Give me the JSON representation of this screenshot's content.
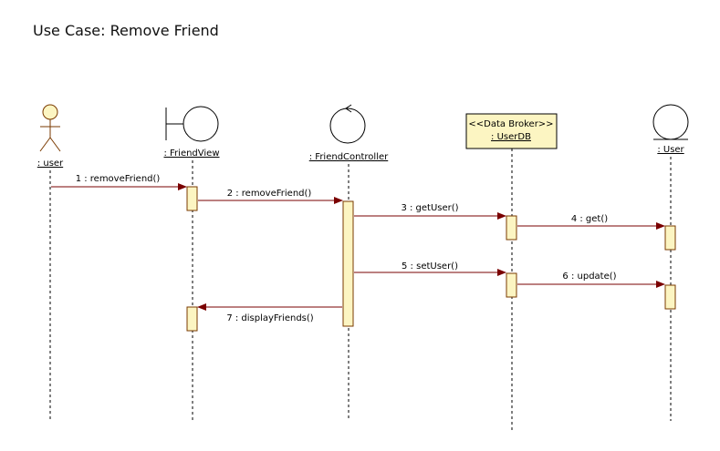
{
  "title": "Use Case: Remove Friend",
  "lifelines": {
    "user": {
      "name": ": user",
      "icon": "actor-icon"
    },
    "friend_view": {
      "name": ": FriendView",
      "icon": "boundary-icon"
    },
    "friend_controller": {
      "name": ": FriendController",
      "icon": "control-icon"
    },
    "user_db": {
      "stereotype": "<<Data Broker>>",
      "name": ": UserDB",
      "icon": "class-box"
    },
    "user_entity": {
      "name": ": User",
      "icon": "entity-icon"
    }
  },
  "messages": {
    "m1": "1 : removeFriend()",
    "m2": "2 : removeFriend()",
    "m3": "3 : getUser()",
    "m4": "4 : get()",
    "m5": "5 : setUser()",
    "m6": "6 : update()",
    "m7": "7 : displayFriends()"
  },
  "colors": {
    "activation_fill": "#fcf5c2",
    "message_line": "#7a0000",
    "outline": "#000000"
  }
}
